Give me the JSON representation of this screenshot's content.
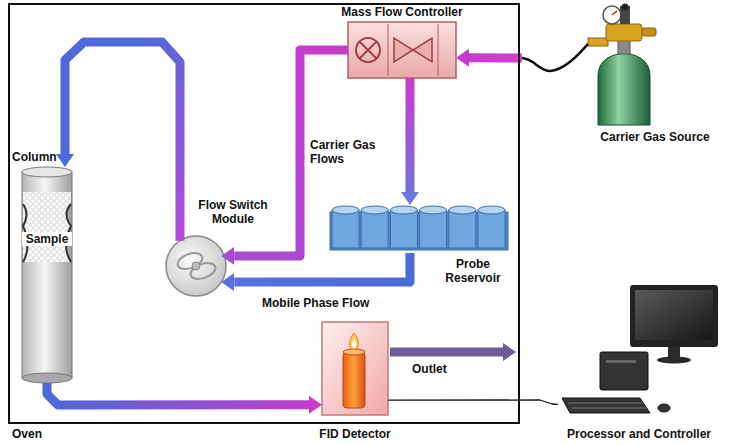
{
  "diagram": {
    "nodes": [
      {
        "text": [
          "Oven"
        ]
      },
      {
        "text": [
          "Mass Flow Controller"
        ],
        "in": 0
      },
      {
        "text": [
          "Column",
          "Sample"
        ],
        "in": 0
      },
      {
        "text": [
          "Flow Switch Module"
        ],
        "in": 0
      },
      {
        "text": [
          "Probe Reservoir"
        ],
        "in": 0
      },
      {
        "text": [
          "FID Detector"
        ],
        "in": 0
      },
      {
        "text": [
          "Carrier Gas Source"
        ]
      },
      {
        "text": [
          "Processor and Controller"
        ]
      }
    ],
    "edges": [
      {
        "from": 6,
        "to": 1,
        "arrow": "to"
      },
      {
        "from": 1,
        "to": 3,
        "label": "Carrier Gas Flows",
        "arrow": "to"
      },
      {
        "from": 1,
        "to": 4,
        "arrow": "to"
      },
      {
        "from": 4,
        "to": 3,
        "label": "Mobile Phase Flow",
        "arrow": "to"
      },
      {
        "from": 3,
        "to": 2,
        "arrow": "to"
      },
      {
        "from": 2,
        "to": 5,
        "arrow": "to"
      },
      {
        "from": 5,
        "to": 7,
        "arrow": "none"
      }
    ],
    "labels": [
      "Outlet"
    ]
  }
}
